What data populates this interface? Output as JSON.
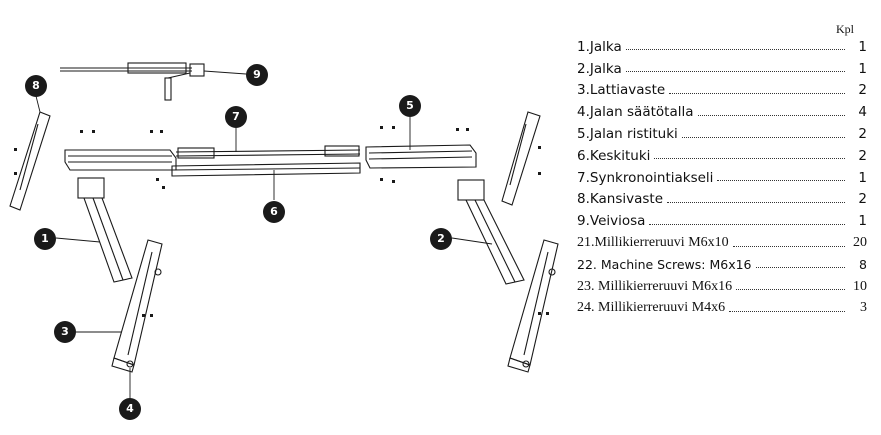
{
  "header": {
    "qty_label": "Kpl"
  },
  "parts": [
    {
      "no": "1.",
      "name": "Jalka",
      "qty": "1"
    },
    {
      "no": "2.",
      "name": "Jalka",
      "qty": "1"
    },
    {
      "no": "3.",
      "name": "Lattiavaste",
      "qty": "2"
    },
    {
      "no": "4.",
      "name": "Jalan säätötalla",
      "qty": "4"
    },
    {
      "no": "5.",
      "name": "Jalan ristituki",
      "qty": "2"
    },
    {
      "no": "6.",
      "name": "Keskituki",
      "qty": "2"
    },
    {
      "no": "7.",
      "name": "Synkronointiakseli",
      "qty": "1"
    },
    {
      "no": "8.",
      "name": "Kansivaste",
      "qty": "2"
    },
    {
      "no": "9.",
      "name": "Veiviosa",
      "qty": "1"
    },
    {
      "no": "21.",
      "name": "Millikierreruuvi M6x10",
      "qty": "20"
    },
    {
      "no": "22.",
      "name": "Machine Screws: M6x16",
      "qty": "8"
    },
    {
      "no": "23.",
      "name": "Millikierreruuvi M6x16",
      "qty": "10"
    },
    {
      "no": "24.",
      "name": "Millikierreruuvi M4x6",
      "qty": "3"
    }
  ],
  "callouts": [
    "1",
    "2",
    "3",
    "4",
    "5",
    "6",
    "7",
    "8",
    "9"
  ]
}
